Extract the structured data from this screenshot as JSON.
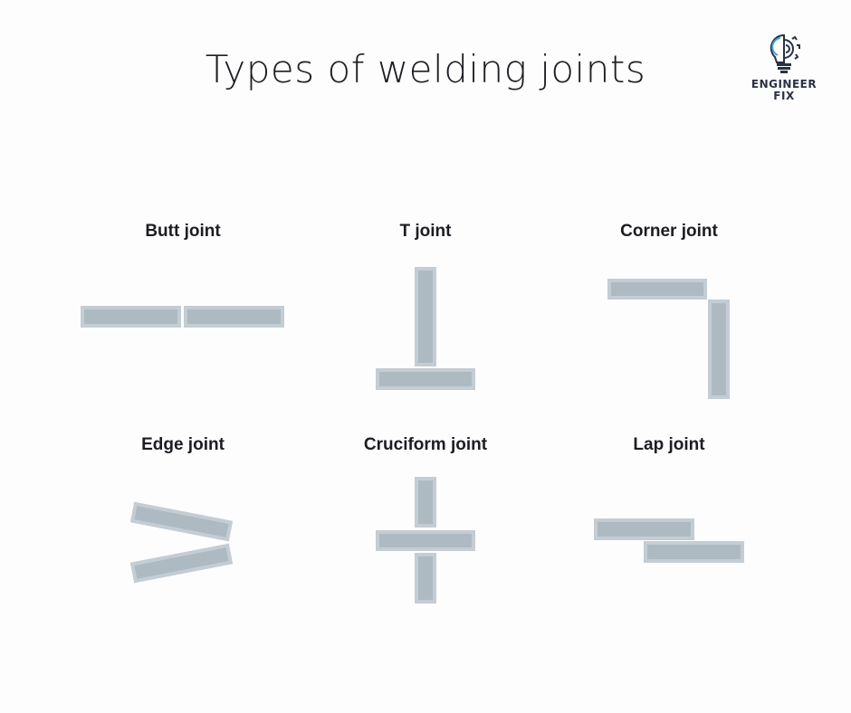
{
  "title": "Types of welding joints",
  "logo": {
    "line1": "ENGINEER",
    "line2": "FIX",
    "icon": "lightbulb-gear-icon"
  },
  "colors": {
    "plate_outer": "#c3cdd3",
    "plate_inner": "#adbac1",
    "text": "#1c1c22",
    "logo_accent": "#3aa8d8"
  },
  "joints": [
    {
      "label": "Butt joint"
    },
    {
      "label": "T joint"
    },
    {
      "label": "Corner joint"
    },
    {
      "label": "Edge joint"
    },
    {
      "label": "Cruciform joint"
    },
    {
      "label": "Lap joint"
    }
  ]
}
